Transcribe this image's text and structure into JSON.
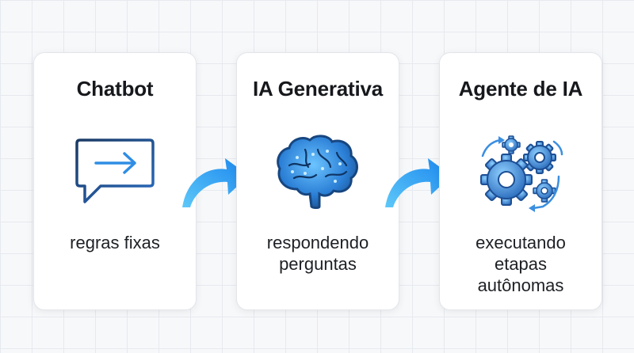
{
  "steps": [
    {
      "title": "Chatbot",
      "description": "regras fixas",
      "icon": "chat-arrow-icon"
    },
    {
      "title": "IA Generativa",
      "description": "respondendo\nperguntas",
      "icon": "brain-icon"
    },
    {
      "title": "Agente de IA",
      "description": "executando\netapas\nautônomas",
      "icon": "gears-icon"
    }
  ],
  "connectors": [
    {
      "icon": "curved-arrow-icon"
    },
    {
      "icon": "curved-arrow-icon"
    }
  ],
  "colors": {
    "accent": "#2f8de4",
    "arrow_light": "#5ec8f8",
    "arrow_dark": "#1a86ee",
    "icon_navy": "#1b3a64",
    "text": "#16181c"
  }
}
